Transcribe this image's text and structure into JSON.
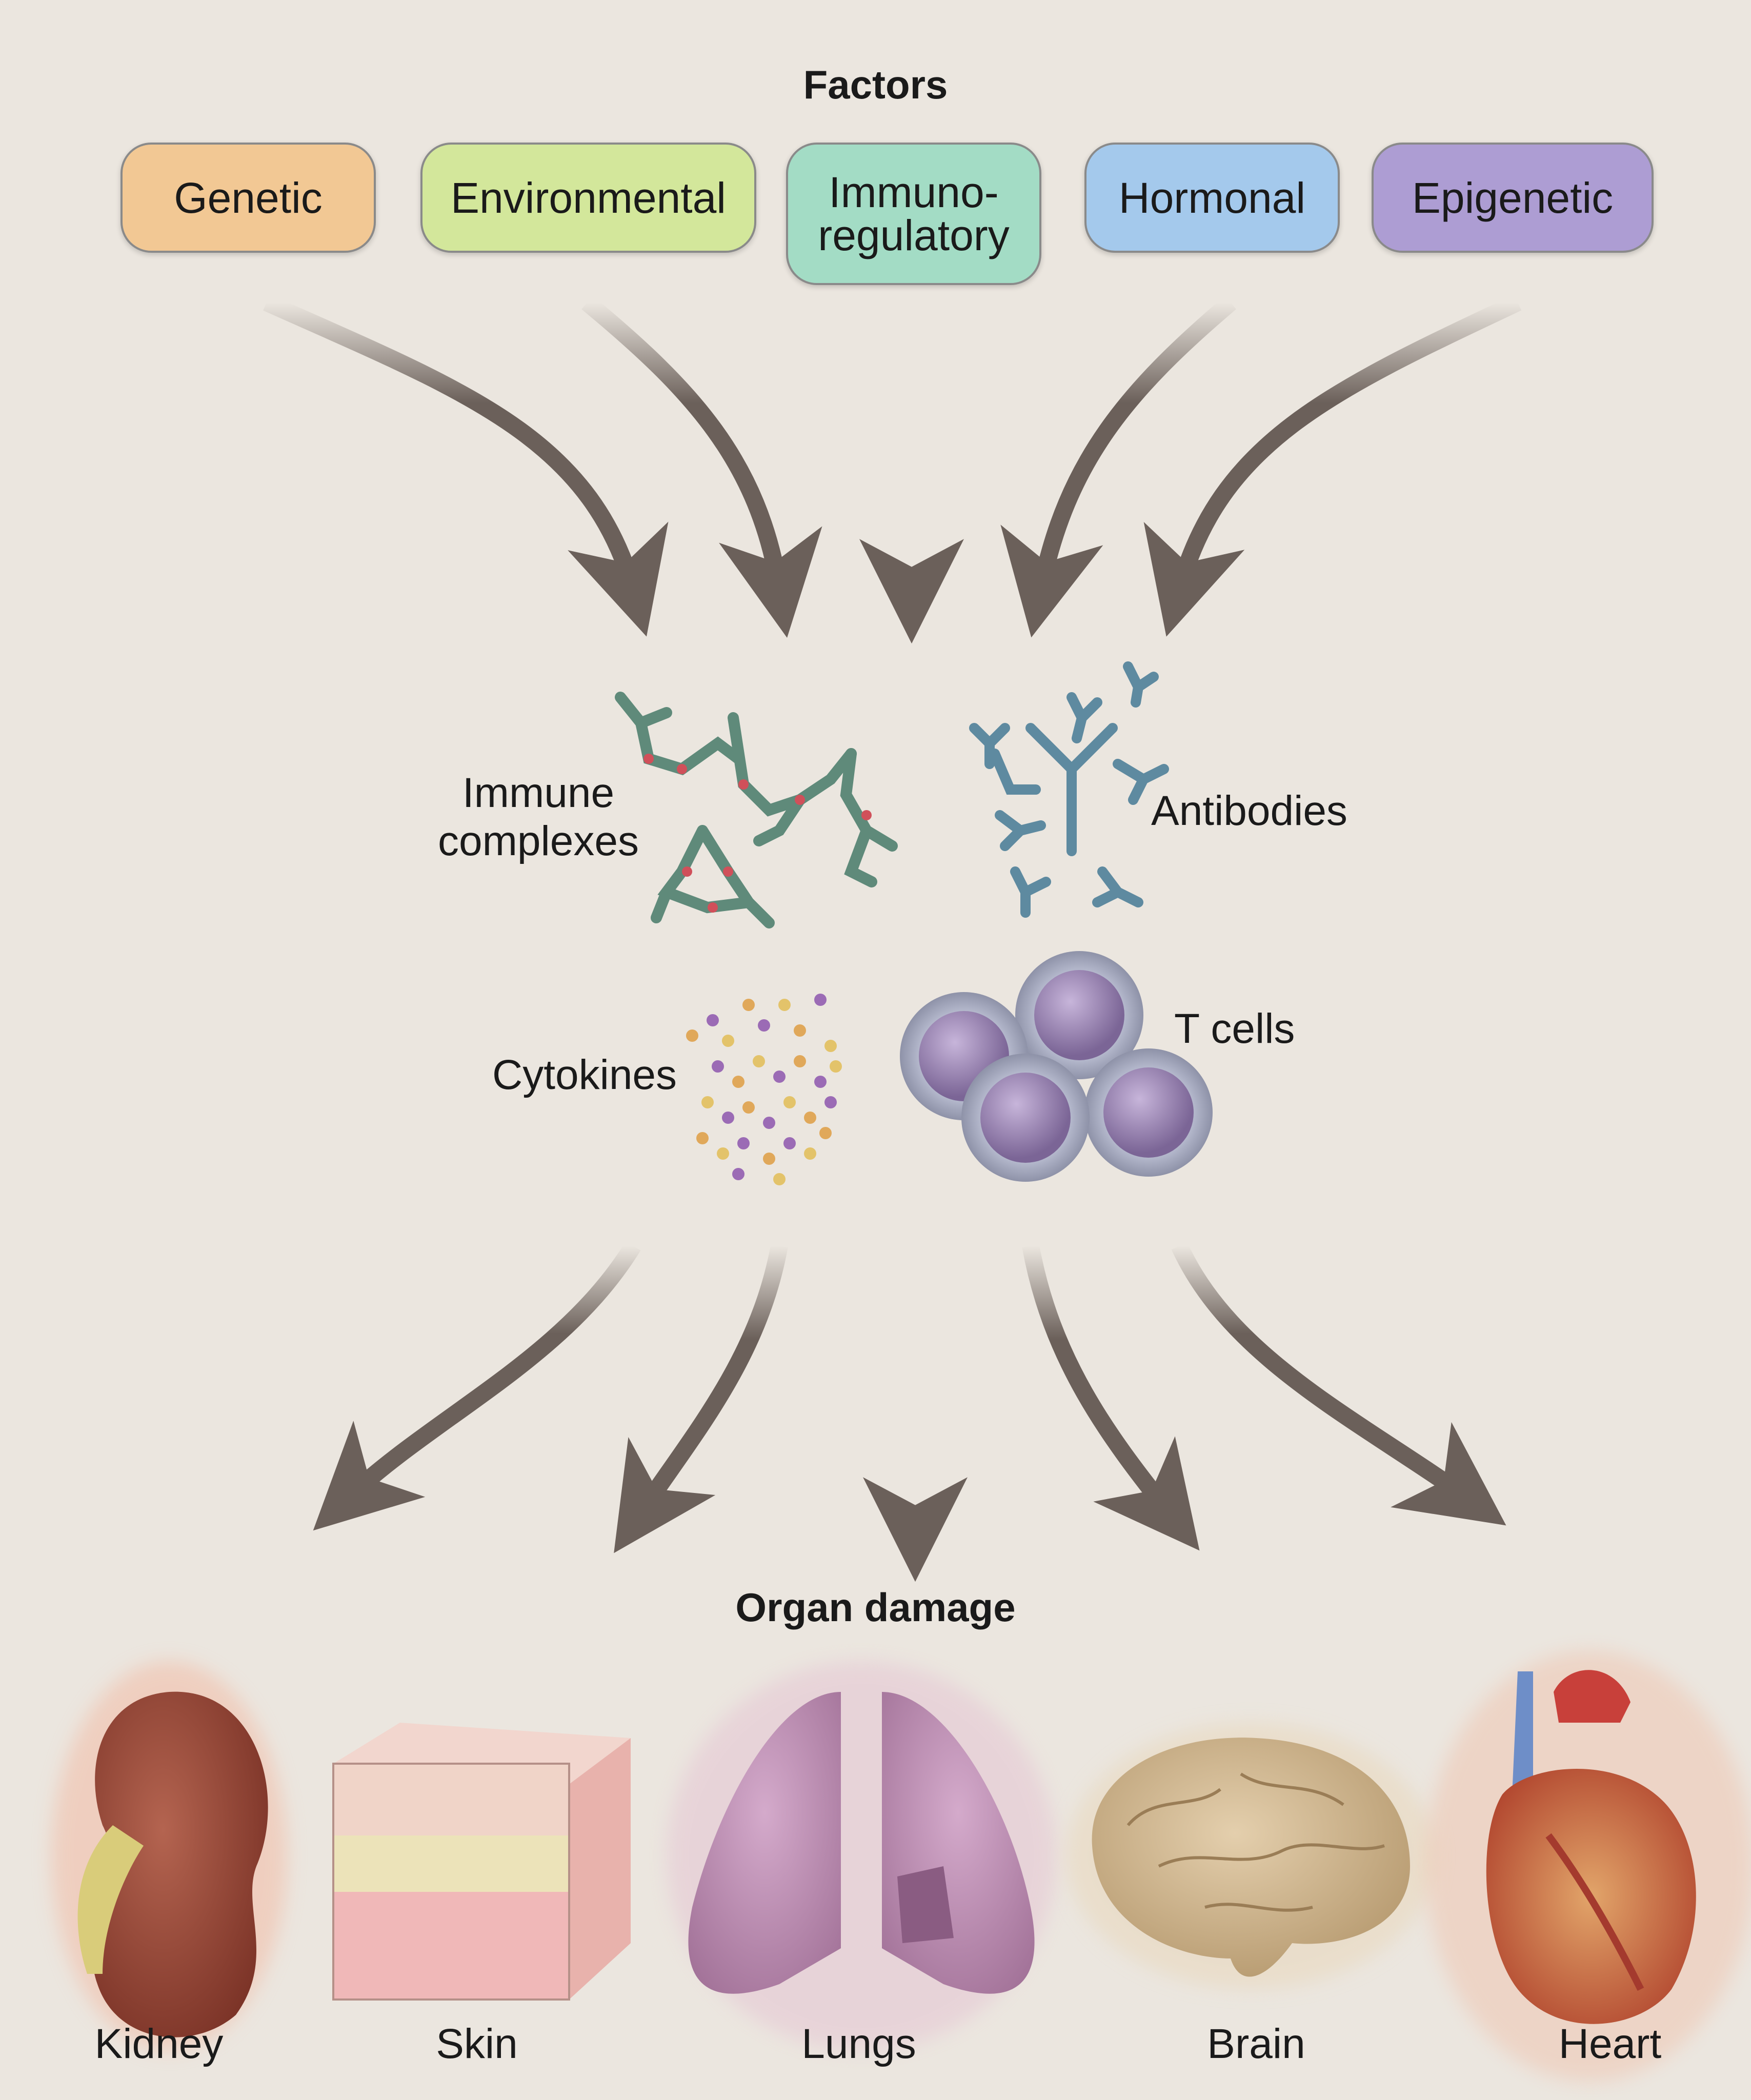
{
  "factors": {
    "heading": "Factors",
    "items": [
      {
        "label": "Genetic",
        "color": "#f2c894"
      },
      {
        "label": "Environmental",
        "color": "#d3e79b"
      },
      {
        "label": "Immuno-\nregulatory",
        "color": "#a3dcc5"
      },
      {
        "label": "Hormonal",
        "color": "#a4c9ec"
      },
      {
        "label": "Epigenetic",
        "color": "#ad9dd3"
      }
    ]
  },
  "mediators": {
    "immune_complexes": "Immune\ncomplexes",
    "antibodies": "Antibodies",
    "cytokines": "Cytokines",
    "t_cells": "T cells"
  },
  "organ_damage": {
    "heading": "Organ damage",
    "organs": [
      "Kidney",
      "Skin",
      "Lungs",
      "Brain",
      "Heart"
    ]
  },
  "colors": {
    "background": "#ebe6df",
    "arrow": "#6b605a",
    "immune_complex": "#5f8a7a",
    "antibody": "#5e8aa0",
    "t_cell": "#9a86b0"
  }
}
